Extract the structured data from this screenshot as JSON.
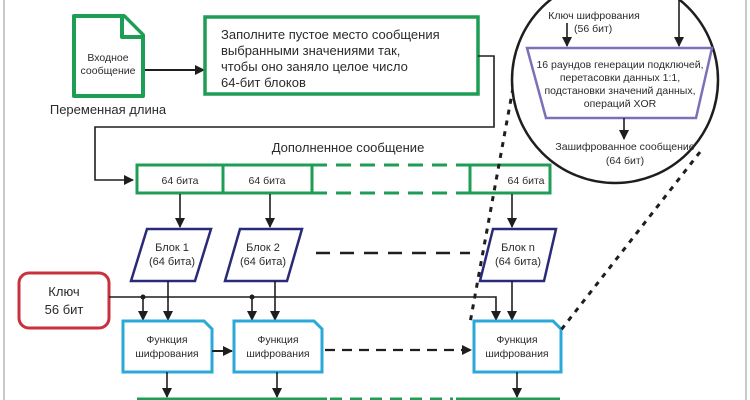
{
  "input_doc": {
    "line1": "Входное",
    "line2": "сообщение",
    "caption": "Переменная длина"
  },
  "padding_box": {
    "lines": [
      "Заполните пустое место сообщения",
      "выбранными значениями так,",
      "чтобы оно заняло целое число",
      "64-бит блоков"
    ]
  },
  "padded_message": {
    "title": "Дополненное сообщение",
    "cells": [
      "64 бита",
      "64 бита",
      "64 бита"
    ]
  },
  "blocks": [
    {
      "line1": "Блок 1",
      "line2": "(64 бита)"
    },
    {
      "line1": "Блок 2",
      "line2": "(64 бита)"
    },
    {
      "line1": "Блок n",
      "line2": "(64 бита)"
    }
  ],
  "key": {
    "line1": "Ключ",
    "line2": "56 бит"
  },
  "functions": [
    {
      "line1": "Функция",
      "line2": "шифрования"
    },
    {
      "line1": "Функция",
      "line2": "шифрования"
    },
    {
      "line1": "Функция",
      "line2": "шифрования"
    }
  ],
  "detail_circle": {
    "key_label_1": "Ключ шифрования",
    "key_label_2": "(56 бит)",
    "process_lines": [
      "16 раундов генерации подключей,",
      "перетасовки данных 1:1,",
      "подстановки значений данных,",
      "операций XOR"
    ],
    "output_1": "Зашифрованное сообщение",
    "output_2": "(64 бит)"
  },
  "colors": {
    "green": "#1e9e54",
    "red": "#c8323c",
    "navy": "#2a2a7a",
    "cyan": "#2aa8d8",
    "lavender": "#7a72b8",
    "frame": "#b8b8b8"
  }
}
